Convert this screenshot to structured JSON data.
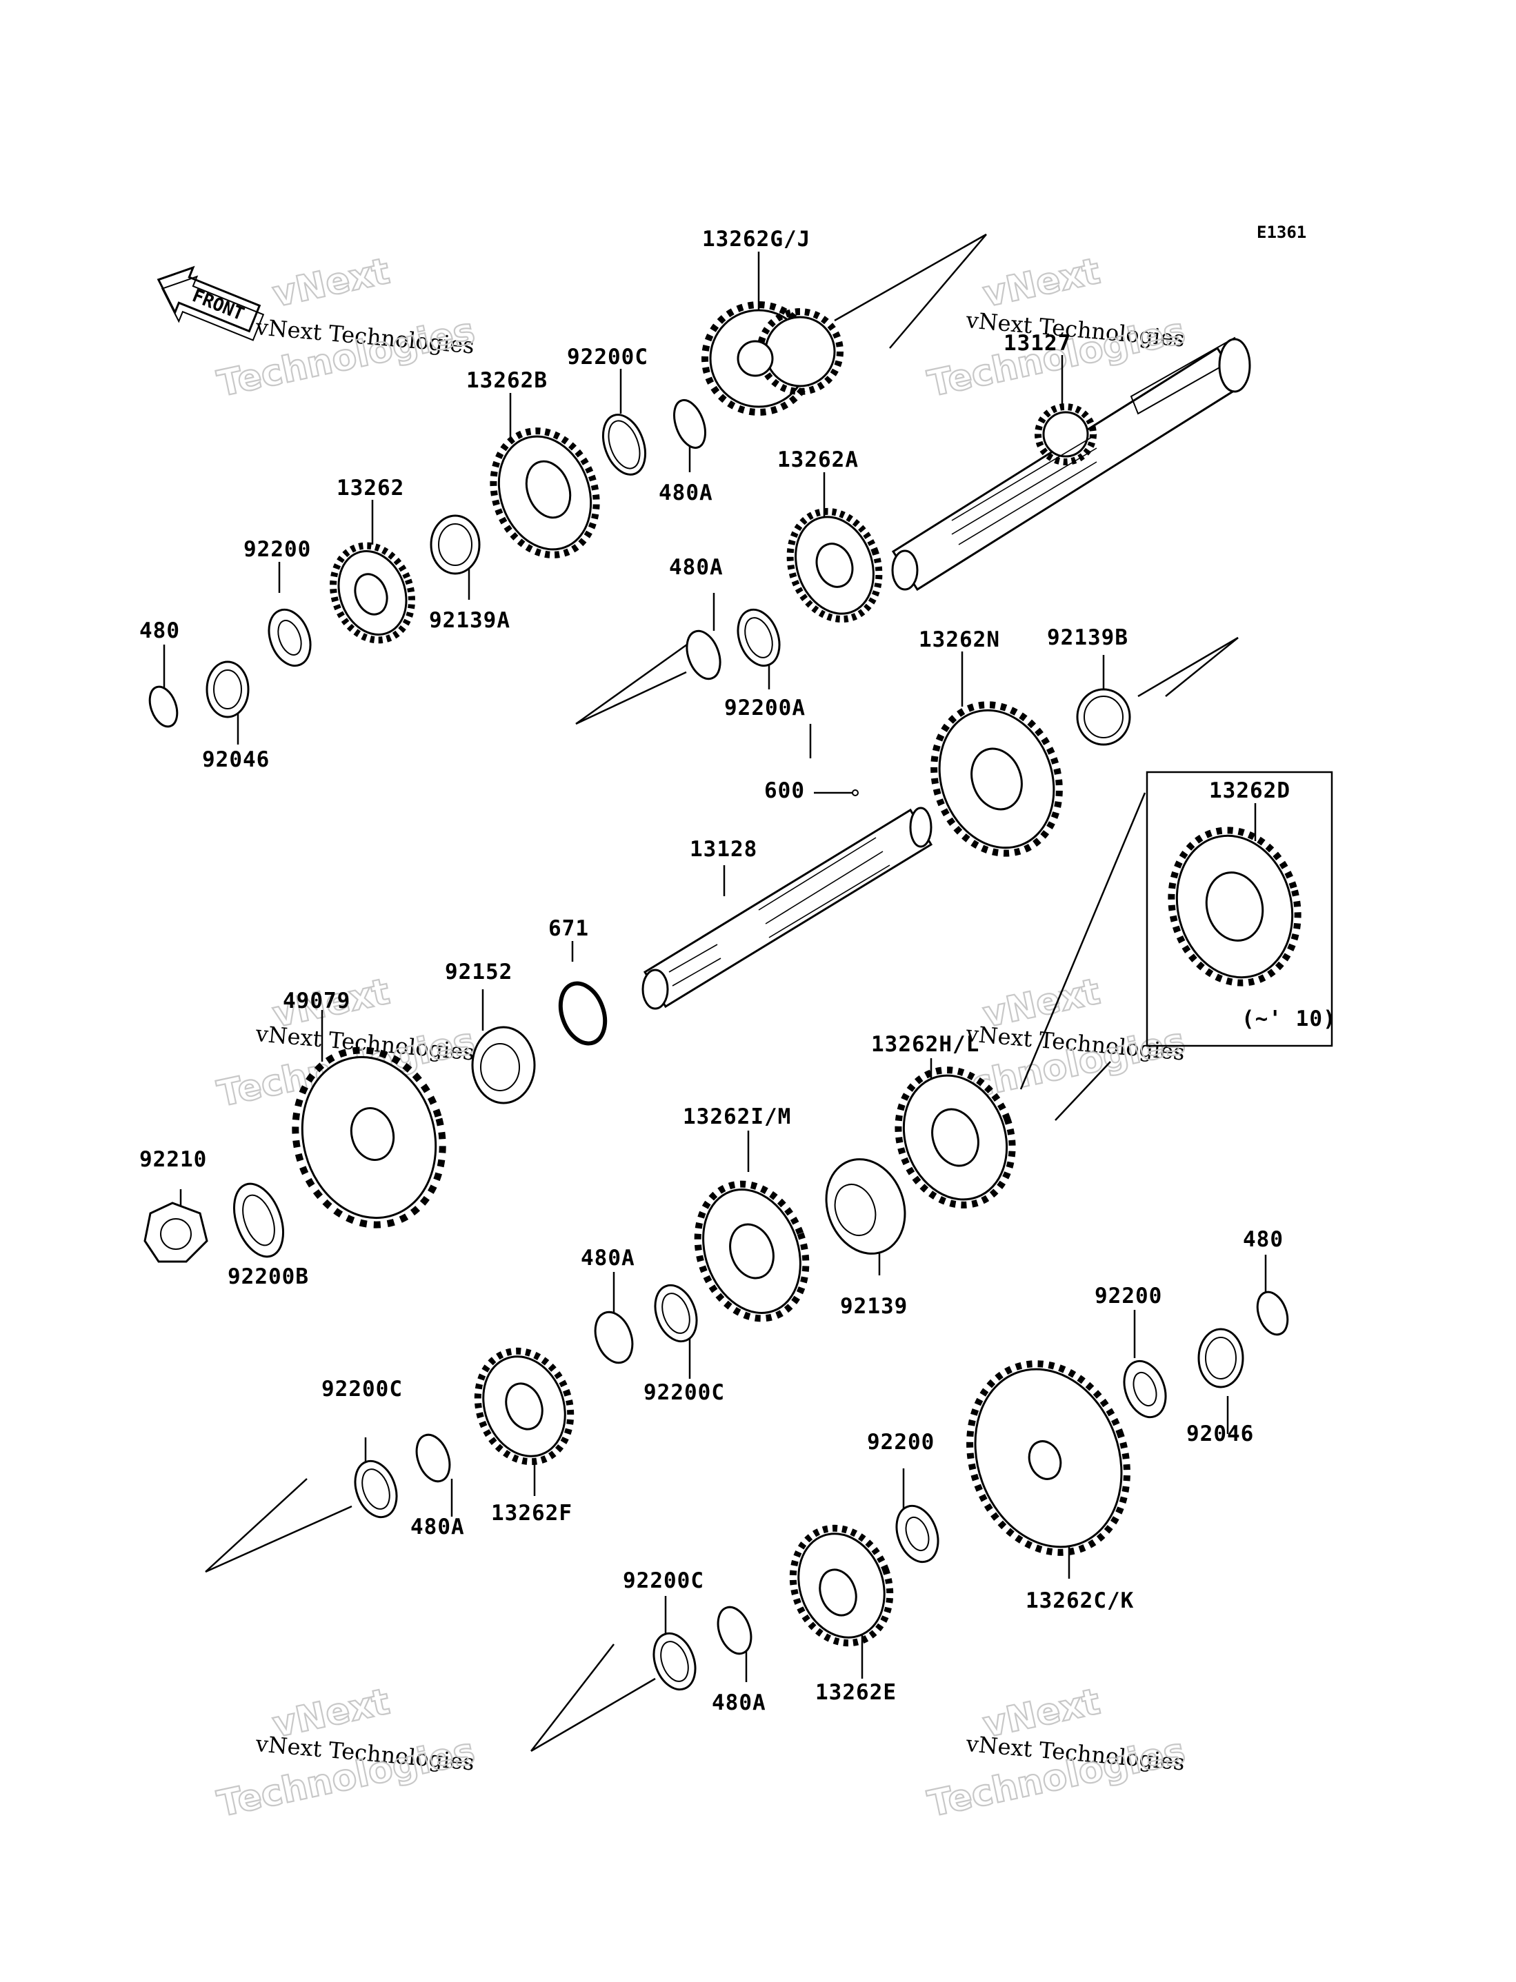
{
  "drawing_code": "E1361",
  "front_arrow_label": "FRONT",
  "parts": [
    {
      "id": "13262GJ",
      "label": "13262G/J"
    },
    {
      "id": "13127",
      "label": "13127"
    },
    {
      "id": "92200C_top",
      "label": "92200C"
    },
    {
      "id": "13262B",
      "label": "13262B"
    },
    {
      "id": "480A_top",
      "label": "480A"
    },
    {
      "id": "13262",
      "label": "13262"
    },
    {
      "id": "13262A",
      "label": "13262A"
    },
    {
      "id": "92200_tl",
      "label": "92200"
    },
    {
      "id": "92139A",
      "label": "92139A"
    },
    {
      "id": "480A_mid",
      "label": "480A"
    },
    {
      "id": "480_tl",
      "label": "480"
    },
    {
      "id": "92046_tl",
      "label": "92046"
    },
    {
      "id": "92200A",
      "label": "92200A"
    },
    {
      "id": "13262N",
      "label": "13262N"
    },
    {
      "id": "92139B",
      "label": "92139B"
    },
    {
      "id": "600",
      "label": "600"
    },
    {
      "id": "13262D",
      "label": "13262D"
    },
    {
      "id": "13128",
      "label": "13128"
    },
    {
      "id": "671",
      "label": "671"
    },
    {
      "id": "92152",
      "label": "92152"
    },
    {
      "id": "49079",
      "label": "49079"
    },
    {
      "id": "13262HL",
      "label": "13262H/L"
    },
    {
      "id": "13262D_note",
      "label": "(~' 10)"
    },
    {
      "id": "13262IM",
      "label": "13262I/M"
    },
    {
      "id": "92210",
      "label": "92210"
    },
    {
      "id": "480A_low",
      "label": "480A"
    },
    {
      "id": "92200B",
      "label": "92200B"
    },
    {
      "id": "92139",
      "label": "92139"
    },
    {
      "id": "480_br",
      "label": "480"
    },
    {
      "id": "92200_br",
      "label": "92200"
    },
    {
      "id": "92200C_low",
      "label": "92200C"
    },
    {
      "id": "92200C_left",
      "label": "92200C"
    },
    {
      "id": "92046_br",
      "label": "92046"
    },
    {
      "id": "480A_left",
      "label": "480A"
    },
    {
      "id": "13262F",
      "label": "13262F"
    },
    {
      "id": "92200_bm",
      "label": "92200"
    },
    {
      "id": "13262CK",
      "label": "13262C/K"
    },
    {
      "id": "92200C_bot",
      "label": "92200C"
    },
    {
      "id": "480A_bot",
      "label": "480A"
    },
    {
      "id": "13262E",
      "label": "13262E"
    }
  ],
  "watermark": {
    "line1": "vNext",
    "line2": "vNext Technologies",
    "line3": "Technologies"
  }
}
